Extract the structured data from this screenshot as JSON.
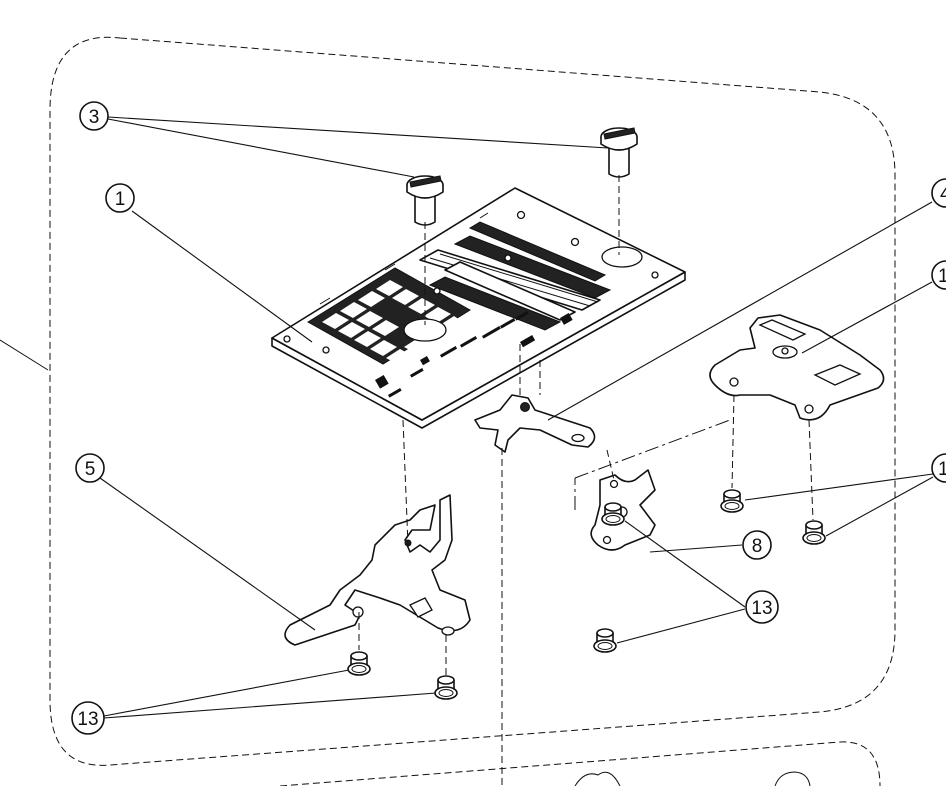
{
  "callouts": {
    "c1": "1",
    "c3": "3",
    "c4": "4",
    "c5": "5",
    "c8": "8",
    "c10": "1",
    "c11": "1",
    "c13a": "13",
    "c13b": "13"
  }
}
